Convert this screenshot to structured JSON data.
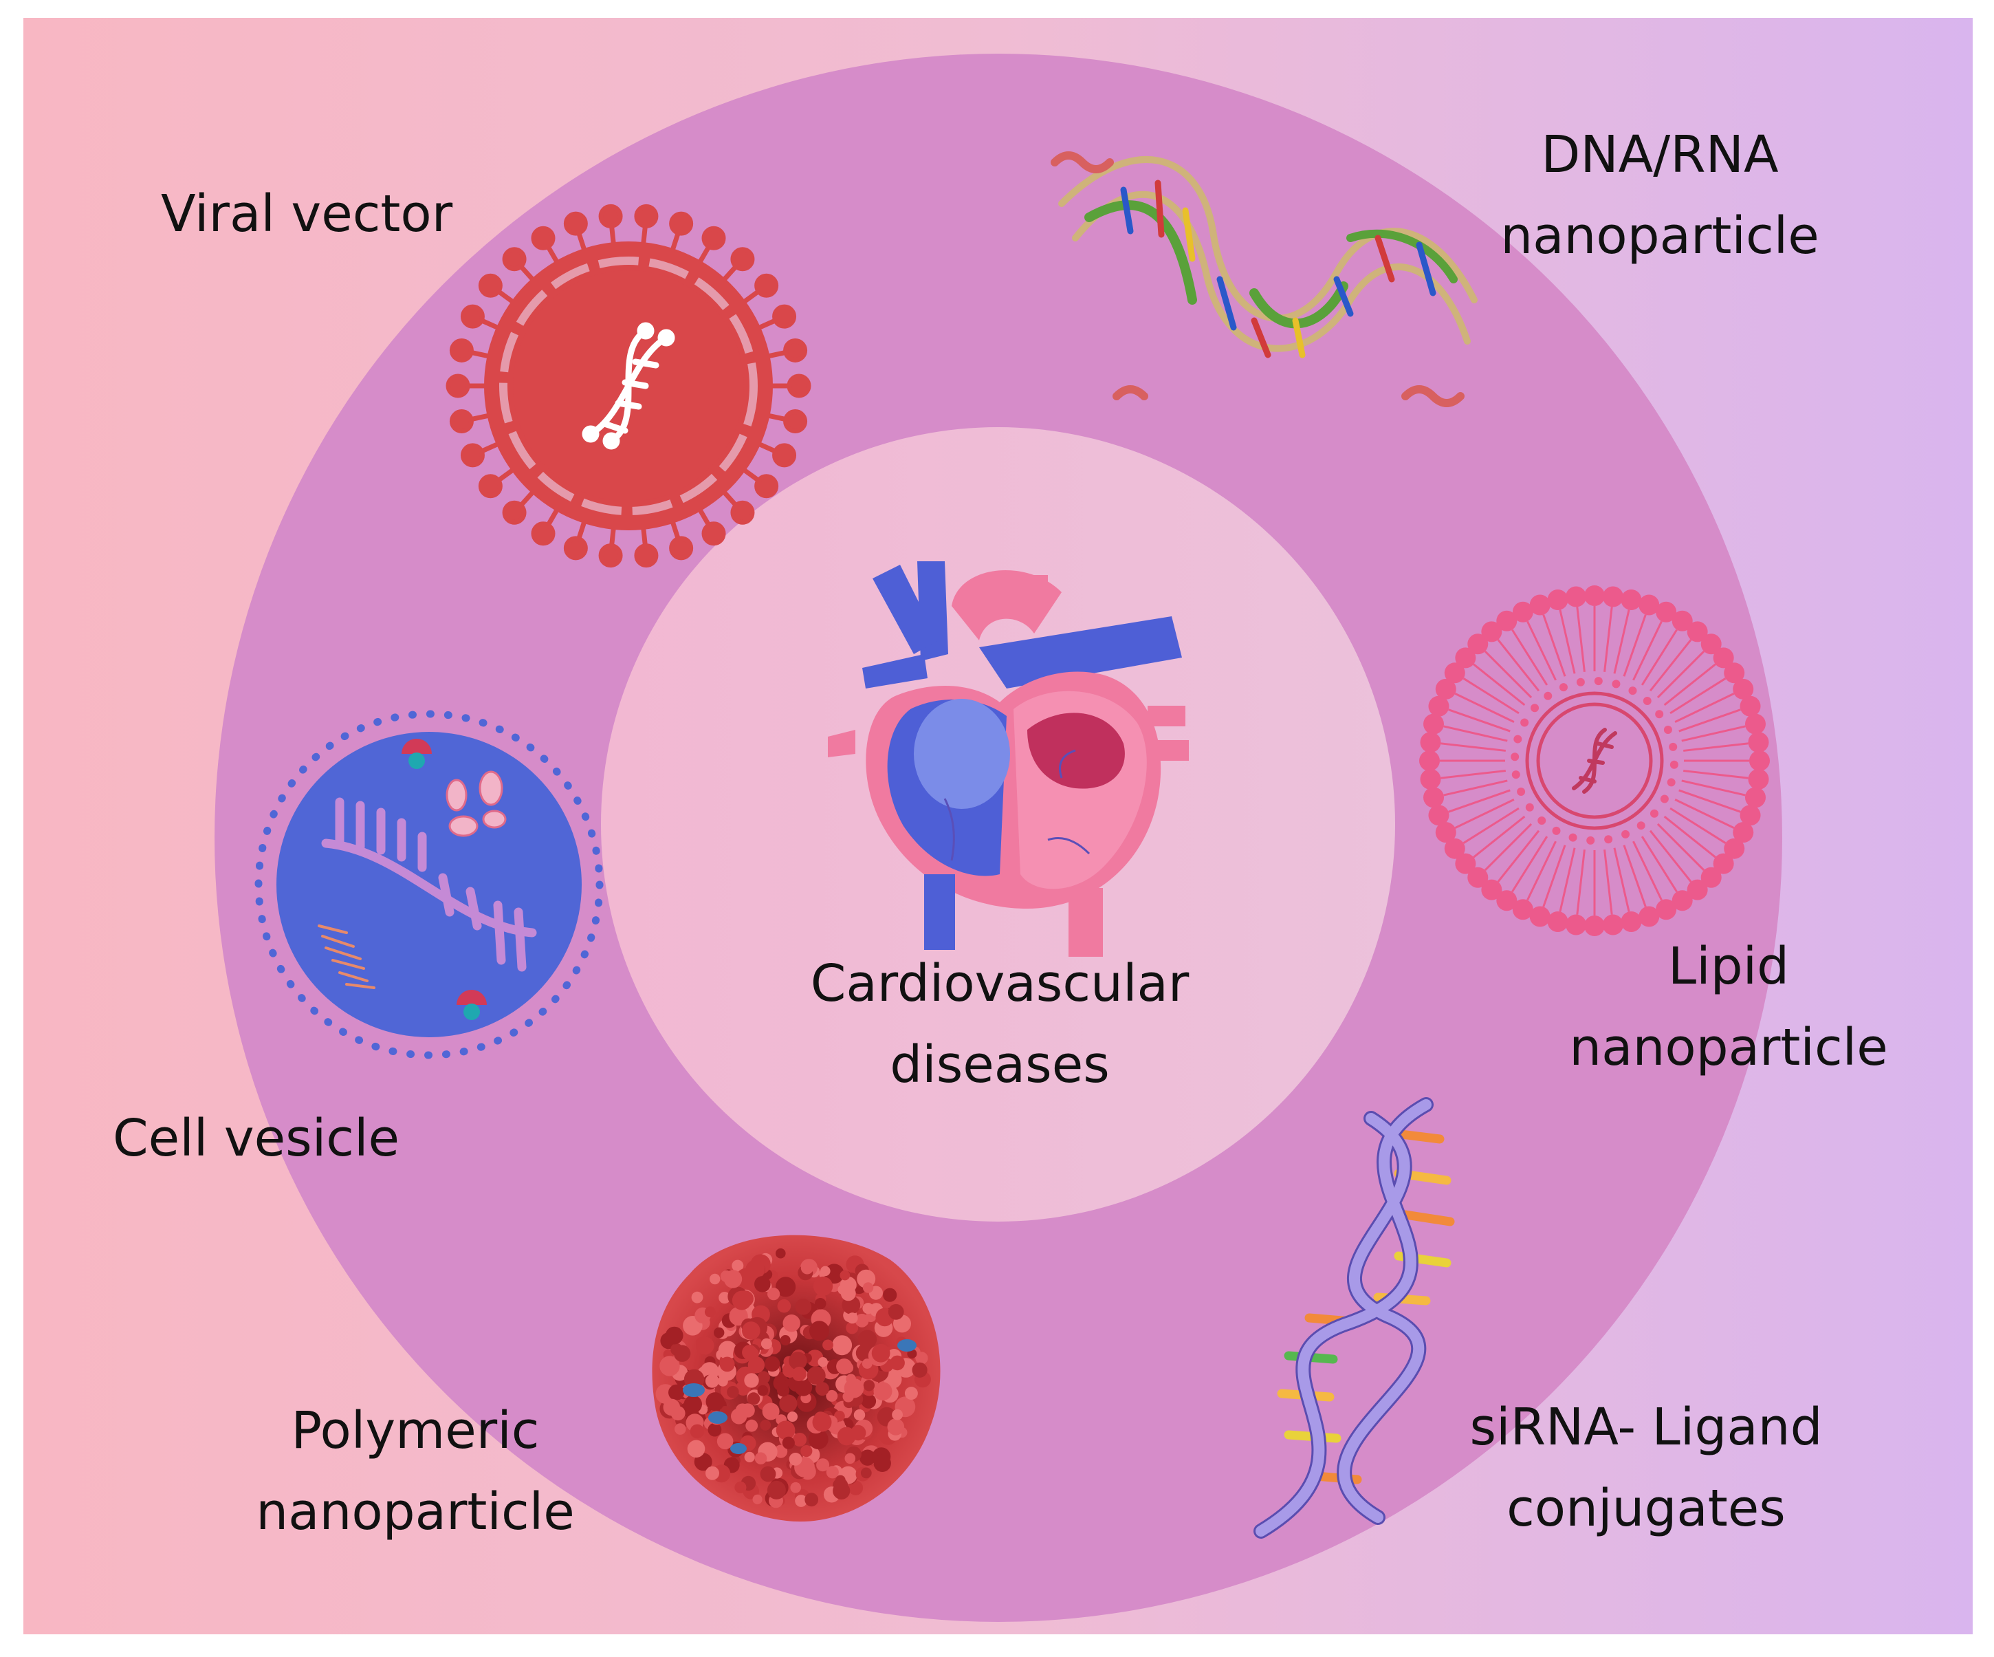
{
  "center": {
    "line1": "Cardiovascular",
    "line2": "diseases"
  },
  "labels": {
    "viral_vector": "Viral vector",
    "dna_rna": {
      "line1": "DNA/RNA",
      "line2": "nanoparticle"
    },
    "lipid": {
      "line1": "Lipid",
      "line2": "nanoparticle"
    },
    "sirna": {
      "line1": "siRNA- Ligand",
      "line2": "conjugates"
    },
    "polymeric": {
      "line1": "Polymeric",
      "line2": "nanoparticle"
    },
    "cell_vesicle": "Cell vesicle"
  },
  "colors": {
    "outer_ring": "#d68cc9",
    "inner_disc": "#eebcd8",
    "virus": "#d9474a",
    "vesicle": "#5066d6",
    "lipid": "#ec5a8c",
    "heart_blue": "#4e5fd6",
    "heart_pink": "#f07aa0",
    "polymer": "#c8363a",
    "sirna_backbone": "#a89ae8"
  }
}
